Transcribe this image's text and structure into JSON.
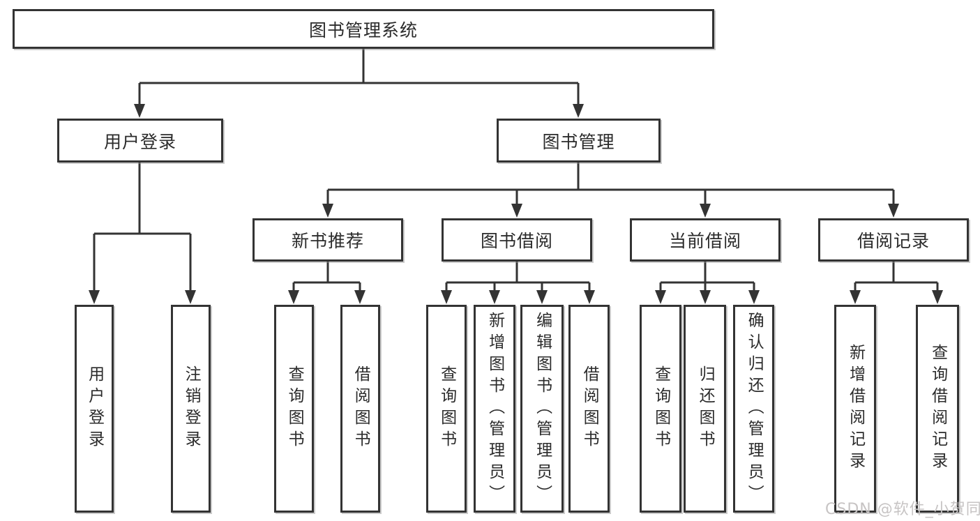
{
  "colors": {
    "line": "#333333",
    "text": "#2b2b2b",
    "box_background": "#ffffff",
    "watermark": "#c7c4c4"
  },
  "watermark": {
    "text": "CSDN @软件_小贺同学"
  },
  "tree": {
    "root": {
      "label": "图书管理系统"
    },
    "branches": [
      {
        "label": "用户登录",
        "children": [
          {
            "label": "用户登录"
          },
          {
            "label": "注销登录"
          }
        ]
      },
      {
        "label": "图书管理",
        "children": [
          {
            "label": "新书推荐",
            "children": [
              {
                "label": "查询图书"
              },
              {
                "label": "借阅图书"
              }
            ]
          },
          {
            "label": "图书借阅",
            "children": [
              {
                "label": "查询图书"
              },
              {
                "label": "新增图书（管理员）"
              },
              {
                "label": "编辑图书（管理员）"
              },
              {
                "label": "借阅图书"
              }
            ]
          },
          {
            "label": "当前借阅",
            "children": [
              {
                "label": "查询图书"
              },
              {
                "label": "归还图书"
              },
              {
                "label": "确认归还（管理员）"
              }
            ]
          },
          {
            "label": "借阅记录",
            "children": [
              {
                "label": "新增借阅记录"
              },
              {
                "label": "查询借阅记录"
              }
            ]
          }
        ]
      }
    ]
  }
}
